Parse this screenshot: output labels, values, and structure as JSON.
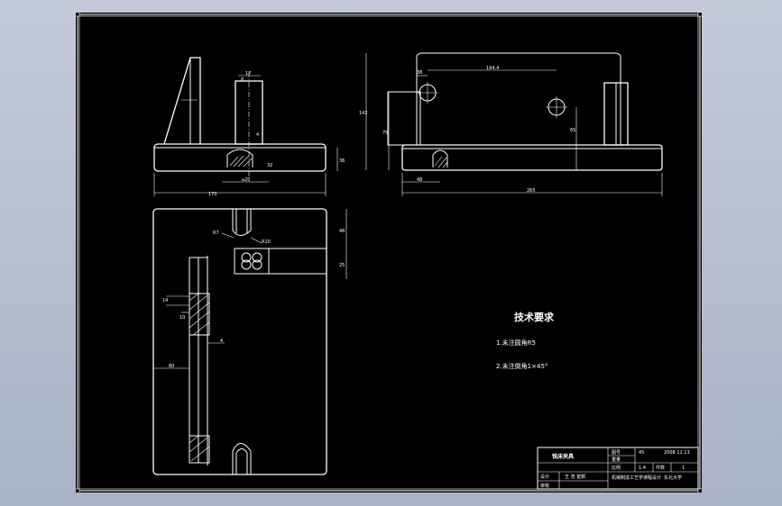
{
  "dims": {
    "top_left_width": "170",
    "top_left_height": "36",
    "top_left_slot": "17",
    "top_left_hole": "⌀20",
    "top_left_offset": "32",
    "top_left_small": "4",
    "top_left_small2": "8",
    "top_right_overall_h": "142",
    "top_right_hole_dist": "194.4",
    "top_right_edge": "38",
    "top_right_h1": "75",
    "top_right_h2": "65",
    "top_right_bottom_left": "48",
    "top_right_bottom_width": "265",
    "plan_height_top": "48",
    "plan_height_mid": "25",
    "plan_r1": "R7",
    "plan_r2": "R10",
    "plan_left_dim": "80",
    "plan_side_dim": "4",
    "plan_small_a": "14",
    "plan_small_b": "10"
  },
  "notes": {
    "heading": "技术要求",
    "line1": "1.未注圆角R5",
    "line2": "2.未注倒角1×45°"
  },
  "title_block": {
    "name": "铣床夹具",
    "scale_label": "图号",
    "material": "45",
    "drawing_no": "2008.12.13",
    "designer": "王 浩 崔颖",
    "design_label": "设计",
    "check_label": "审核",
    "ratio_label": "比例",
    "ratio": "1:4",
    "count_label": "件数",
    "count": "1",
    "sheet_label": "重量",
    "school": "机械制造工艺学课程设计",
    "school2": "东北大学"
  }
}
